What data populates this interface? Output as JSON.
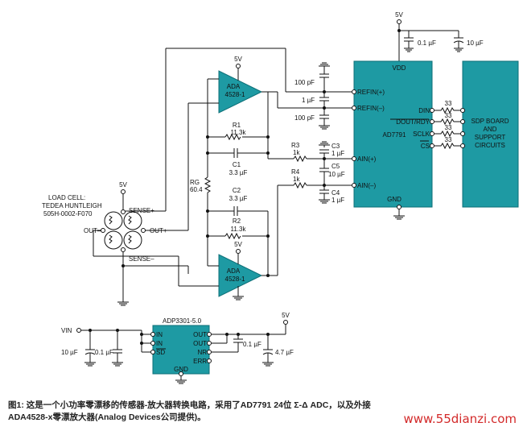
{
  "labels": {
    "vdd_5v": "5V",
    "cap_0p1": "0.1 µF",
    "cap_10": "10 µF",
    "vdd": "VDD",
    "amp1_5v": "5V",
    "amp1_name1": "ADA",
    "amp1_name2": "4528-1",
    "cap_100pf_top": "100 pF",
    "cap_1uf_mid": "1 µF",
    "cap_100pf_bot": "100 pF",
    "refin_p": "REFIN(+)",
    "refin_n": "REFIN(–)",
    "din": "DIN",
    "dout": "DOUT/RDY",
    "sclk": "SCLK",
    "cs": "CS",
    "r33_1": "33",
    "r33_2": "33",
    "r33_3": "33",
    "r33_4": "33",
    "sdp1": "SDP BOARD",
    "sdp2": "AND",
    "sdp3": "SUPPORT",
    "sdp4": "CIRCUITS",
    "adc_name": "AD7791",
    "r1": "R1",
    "r1_val": "11.3k",
    "c1": "C1",
    "c1_val": "3.3 µF",
    "rg": "RG",
    "rg_val": "60.4",
    "c2": "C2",
    "c2_val": "3.3 µF",
    "r2": "R2",
    "r2_val": "11.3k",
    "r3": "R3",
    "r3_val": "1k",
    "c3": "C3",
    "c3_val": "1 µF",
    "c5": "C5",
    "c5_val": "10 µF",
    "r4": "R4",
    "r4_val": "1k",
    "c4": "C4",
    "c4_val": "1 µF",
    "ain_p": "AIN(+)",
    "ain_n": "AIN(–)",
    "gnd_adc": "GND",
    "lc_5v": "5V",
    "lc1": "LOAD CELL:",
    "lc2": "TEDEA HUNTLEIGH",
    "lc3": "505H-0002-F070",
    "sense_p": "SENSE+",
    "sense_n": "SENSE–",
    "out_n": "OUT–",
    "out_p": "OUT+",
    "amp2_5v": "5V",
    "amp2_name1": "ADA",
    "amp2_name2": "4528-1",
    "ldo_name": "ADP3301-5.0",
    "vin": "VIN",
    "ldo_in1": "IN",
    "ldo_in2": "IN",
    "ldo_sd": "SD",
    "ldo_out1": "OUT",
    "ldo_out2": "OUT",
    "ldo_nr": "NR",
    "ldo_err": "ERR",
    "ldo_gnd": "GND",
    "ldo_5v": "5V",
    "cap_10uf_in": "10 µF",
    "cap_0p1_in": "0.1 µF",
    "cap_0p1_nr": "0.1 µF",
    "cap_4p7": "4.7 µF"
  },
  "caption": {
    "line1": "图1: 这是一个小功率零漂移的传感器-放大器转换电路，采用了AD7791 24位 Σ-Δ ADC，以及外接",
    "line2": "ADA4528-x零漂放大器(Analog Devices公司提供)。"
  },
  "watermark": "www.55dianzi.com",
  "colors": {
    "chip_fill": "#1e9aa3",
    "line": "#111111"
  }
}
